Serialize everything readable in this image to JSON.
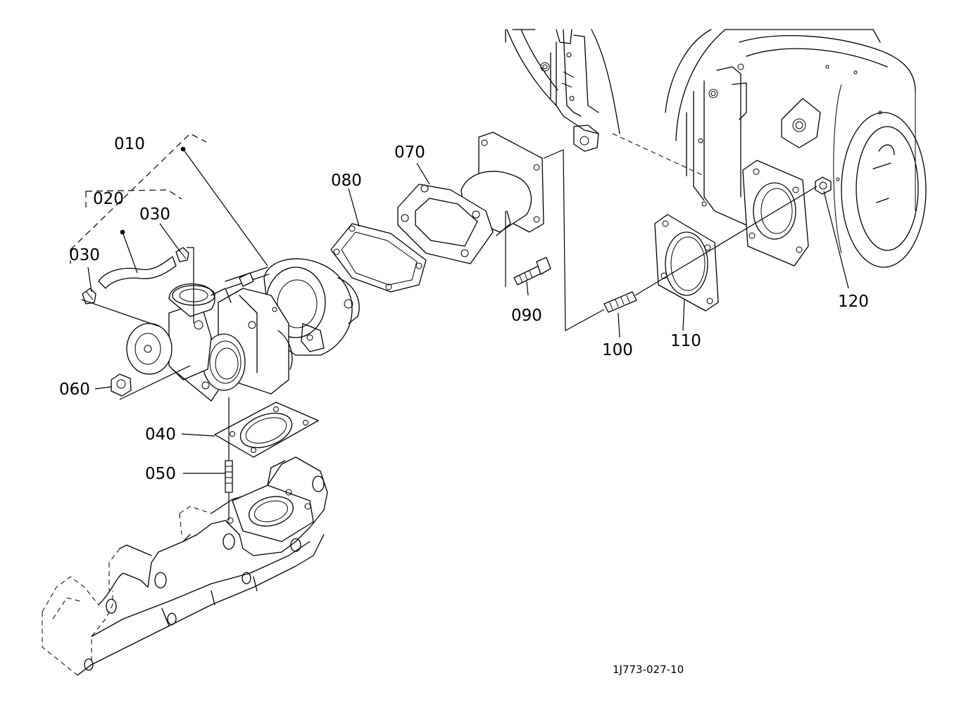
{
  "diagram": {
    "drawing_code": "1J773-027-10",
    "parts": [
      {
        "id": "p010",
        "label": "010"
      },
      {
        "id": "p020",
        "label": "020"
      },
      {
        "id": "p030a",
        "label": "030"
      },
      {
        "id": "p030b",
        "label": "030"
      },
      {
        "id": "p040",
        "label": "040"
      },
      {
        "id": "p050",
        "label": "050"
      },
      {
        "id": "p060",
        "label": "060"
      },
      {
        "id": "p070",
        "label": "070"
      },
      {
        "id": "p080",
        "label": "080"
      },
      {
        "id": "p090",
        "label": "090"
      },
      {
        "id": "p100",
        "label": "100"
      },
      {
        "id": "p110",
        "label": "110"
      },
      {
        "id": "p120",
        "label": "120"
      }
    ]
  }
}
